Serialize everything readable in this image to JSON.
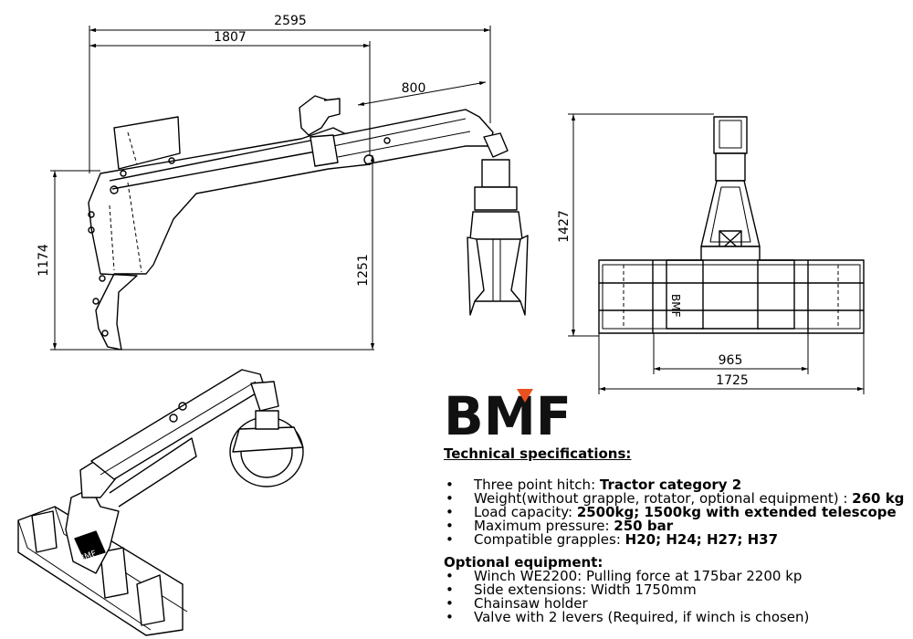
{
  "dimensions": {
    "overall_length": "2595",
    "boom_length": "1807",
    "telescope": "800",
    "frame_height": "1174",
    "reach_height": "1251",
    "front_height": "1427",
    "inner_width": "965",
    "outer_width": "1725"
  },
  "brand": {
    "logo_text": "BMF",
    "accent_color": "#e8501e"
  },
  "specs": {
    "heading": "Technical specifications:",
    "items": [
      {
        "label": "Three point hitch: ",
        "value": "Tractor category 2"
      },
      {
        "label": "Weight(without grapple, rotator, optional equipment) : ",
        "value": "260 kg"
      },
      {
        "label": "Load capacity: ",
        "value": "2500kg; 1500kg with extended telescope"
      },
      {
        "label": "Maximum pressure: ",
        "value": "250 bar"
      },
      {
        "label": "Compatible grapples: ",
        "value": "H20; H24; H27; H37"
      }
    ]
  },
  "optional": {
    "heading": "Optional equipment:",
    "items": [
      "Winch WE2200: Pulling force at 175bar 2200 kp",
      "Side extensions: Width 1750mm",
      "Chainsaw holder",
      "Valve with 2 levers (Required, if winch is chosen)"
    ]
  }
}
